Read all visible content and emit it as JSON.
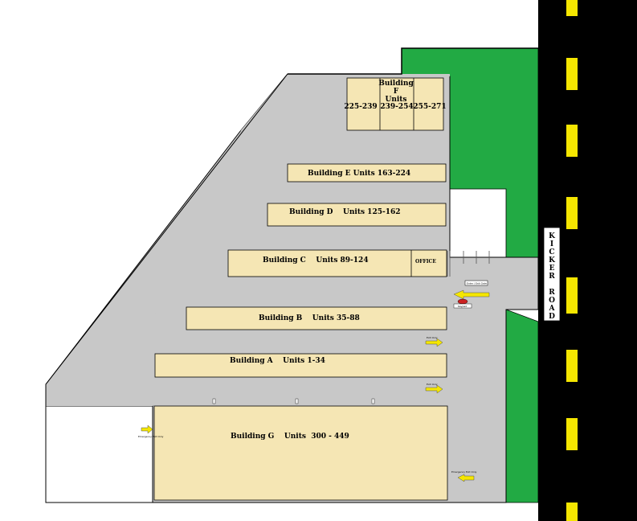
{
  "colors": {
    "grass": "#22aa44",
    "lot": "#c8c8c8",
    "building": "#f5e6b4",
    "road": "#000000",
    "road_dash": "#f5e600",
    "arrow": "#f5e600",
    "outline": "#000000"
  },
  "road": {
    "letters": [
      "K",
      "I",
      "C",
      "K",
      "E",
      "R",
      "",
      "R",
      "O",
      "A",
      "D"
    ]
  },
  "buildings": {
    "f": {
      "line1": "Building",
      "line2": "F",
      "line3": "Units",
      "left_units": "225-239",
      "mid_units": "239-254",
      "right_units": "255-271"
    },
    "e": {
      "label": "Building E Units 163-224"
    },
    "d": {
      "label": "Building D    Units 125-162"
    },
    "c": {
      "label": "Building C    Units 89-124",
      "office": "OFFICE"
    },
    "b": {
      "label": "Building B    Units 35-88"
    },
    "a": {
      "label": "Building A    Units 1-34"
    },
    "g": {
      "label": "Building G    Units  300 - 449"
    }
  },
  "signs": {
    "gate": "Enter / Exit Gate",
    "keypad": "Keypad",
    "one_way_1": "Exit Only",
    "one_way_2": "Exit Only",
    "emergency_left": "Emergency Exit Only",
    "emergency_right": "Emergency Exit Only"
  },
  "icons": [
    "arrow-icon",
    "keypad-icon",
    "dumpster-icon"
  ]
}
